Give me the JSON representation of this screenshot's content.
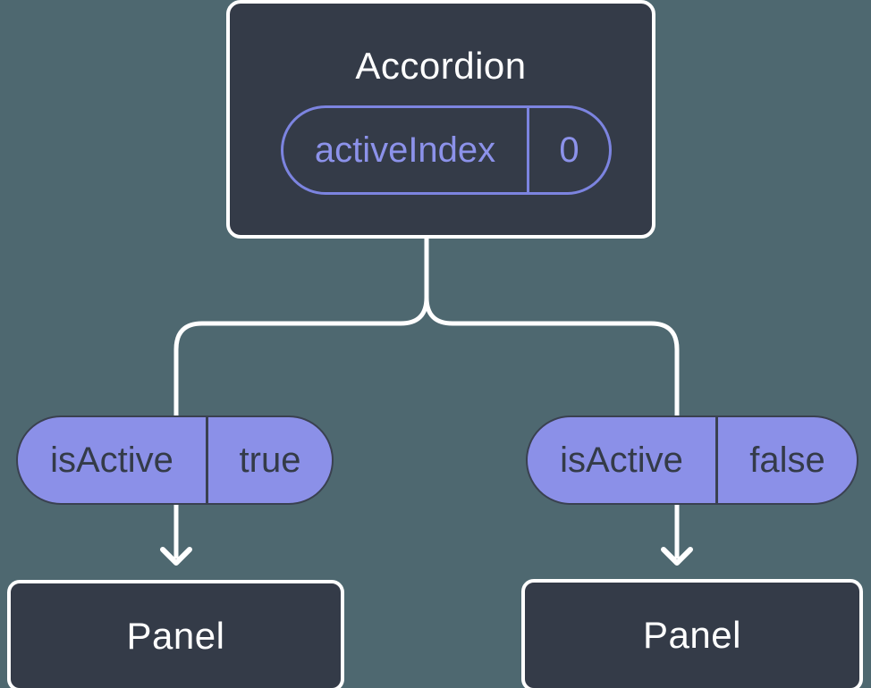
{
  "diagram": {
    "root": {
      "title": "Accordion",
      "state": {
        "name": "activeIndex",
        "value": "0"
      }
    },
    "children": [
      {
        "prop": {
          "name": "isActive",
          "value": "true"
        },
        "target": "Panel"
      },
      {
        "prop": {
          "name": "isActive",
          "value": "false"
        },
        "target": "Panel"
      }
    ],
    "colors": {
      "background": "#4E6870",
      "node_fill": "#343B48",
      "node_border": "#FFFFFF",
      "pill_fill": "#8B90E8",
      "pill_outline": "#7C84E0",
      "pill_text_purple": "#8C92EA",
      "pill_text_dark": "#343B48",
      "wire": "#FFFFFF"
    }
  }
}
